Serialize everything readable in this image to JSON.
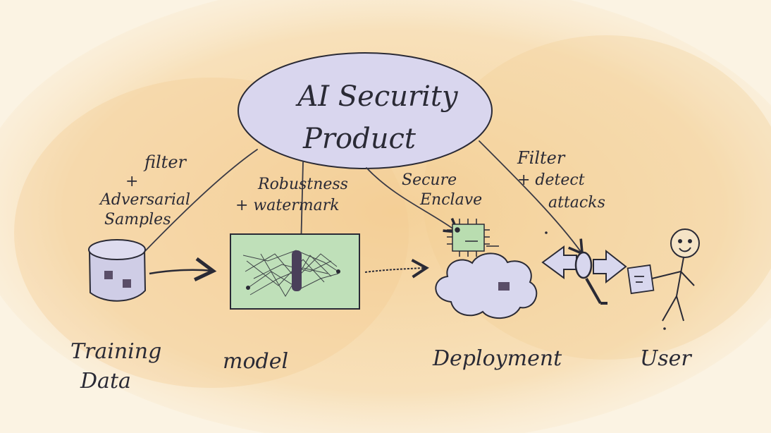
{
  "center": {
    "line1": "AI Security",
    "line2": "Product"
  },
  "annotations": {
    "data_filter": [
      "filter",
      "+",
      "Adversarial",
      "Samples"
    ],
    "model": [
      "Robustness",
      "+ watermark"
    ],
    "deployment": [
      "Secure",
      "Enclave"
    ],
    "user_filter": [
      "Filter",
      "+ detect",
      "attacks"
    ]
  },
  "stages": {
    "training_data": [
      "Training",
      "Data"
    ],
    "model": "model",
    "deployment": "Deployment",
    "user": "User"
  },
  "colors": {
    "background_wash": "#f6d7a6",
    "ellipse_fill": "#d9d6ee",
    "model_panel": "#bfe0b9",
    "chip": "#b9ddb0",
    "cloud": "#d8d7ee",
    "ink": "#2a2a35"
  },
  "icons": [
    "database-icon",
    "neural-network-icon",
    "chip-icon",
    "cloud-icon",
    "api-arrows-icon",
    "magnifier-icon",
    "document-icon",
    "stick-figure-icon"
  ]
}
